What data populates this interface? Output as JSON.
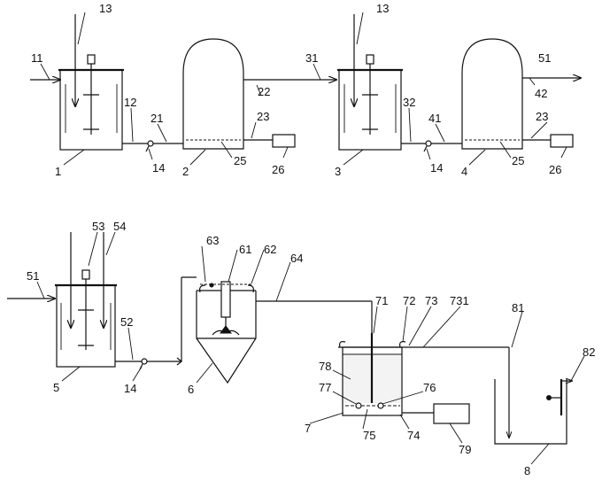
{
  "colors": {
    "stroke": "#111111",
    "background": "#ffffff"
  },
  "labels": {
    "l11": "11",
    "l13a": "13",
    "l12": "12",
    "l21": "21",
    "l14a": "14",
    "l1": "1",
    "l2": "2",
    "l22": "22",
    "l23a": "23",
    "l25a": "25",
    "l26a": "26",
    "l31": "31",
    "l13b": "13",
    "l32": "32",
    "l41": "41",
    "l14b": "14",
    "l3": "3",
    "l4": "4",
    "l51a": "51",
    "l42": "42",
    "l23b": "23",
    "l25b": "25",
    "l26b": "26",
    "l53": "53",
    "l54": "54",
    "l51b": "51",
    "l52": "52",
    "l14c": "14",
    "l5": "5",
    "l63": "63",
    "l61": "61",
    "l62": "62",
    "l64": "64",
    "l6": "6",
    "l71": "71",
    "l72": "72",
    "l73": "73",
    "l731": "731",
    "l78": "78",
    "l77": "77",
    "l76": "76",
    "l7": "7",
    "l75": "75",
    "l74": "74",
    "l79": "79",
    "l81": "81",
    "l82": "82",
    "l8": "8"
  }
}
